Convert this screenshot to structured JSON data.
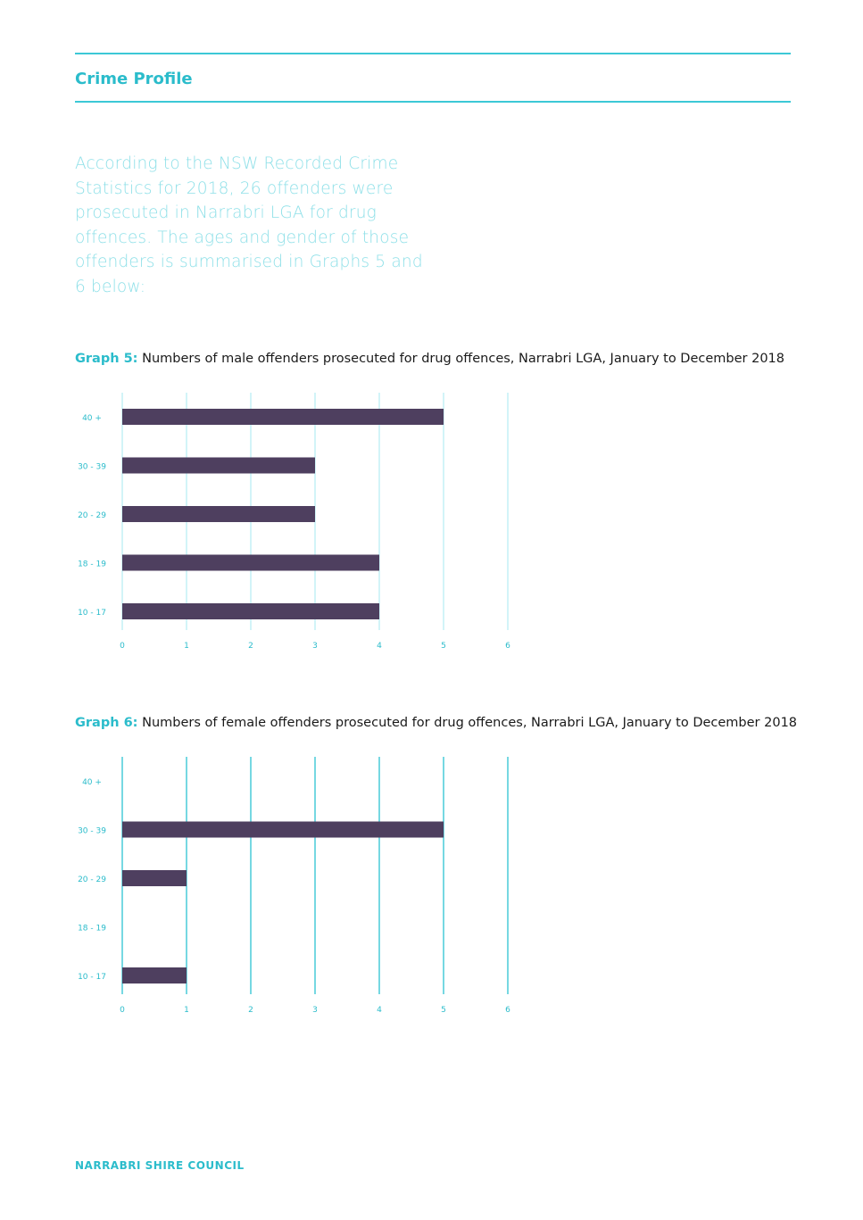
{
  "header": {
    "section_title": "Crime Profile"
  },
  "intro": {
    "text": "According to the NSW Recorded Crime Statistics for 2018, 26 offenders were prosecuted in Narrabri LGA for drug offences. The ages and gender of those offenders is summarised in Graphs 5 and 6 below:"
  },
  "graph5": {
    "label": "Graph 5:",
    "caption": " Numbers of male offenders prosecuted for drug offences, Narrabri LGA, January to December 2018"
  },
  "graph6": {
    "label": "Graph 6:",
    "caption": " Numbers of female offenders prosecuted for drug offences, Narrabri LGA, January to December 2018"
  },
  "footer": {
    "text": "NARRABRI SHIRE COUNCIL"
  },
  "colors": {
    "accent": "#2bbccb",
    "bar": "#4e3f5f",
    "grid_light": "#bff0f5",
    "grid_dark": "#3cc8d6"
  },
  "chart_data": [
    {
      "type": "bar",
      "orientation": "horizontal",
      "categories": [
        "40 +",
        "30 - 39",
        "20 - 29",
        "18 - 19",
        "10 - 17"
      ],
      "values": [
        5,
        3,
        3,
        4,
        4
      ],
      "xlim": [
        0,
        6
      ],
      "xticks": [
        "0",
        "1",
        "2",
        "3",
        "4",
        "5",
        "6"
      ],
      "grid": true
    },
    {
      "type": "bar",
      "orientation": "horizontal",
      "categories": [
        "40 +",
        "30 - 39",
        "20 - 29",
        "18 - 19",
        "10 - 17"
      ],
      "values": [
        0,
        5,
        1,
        0,
        1
      ],
      "xlim": [
        0,
        6
      ],
      "xticks": [
        "0",
        "1",
        "2",
        "3",
        "4",
        "5",
        "6"
      ],
      "grid": true
    }
  ]
}
